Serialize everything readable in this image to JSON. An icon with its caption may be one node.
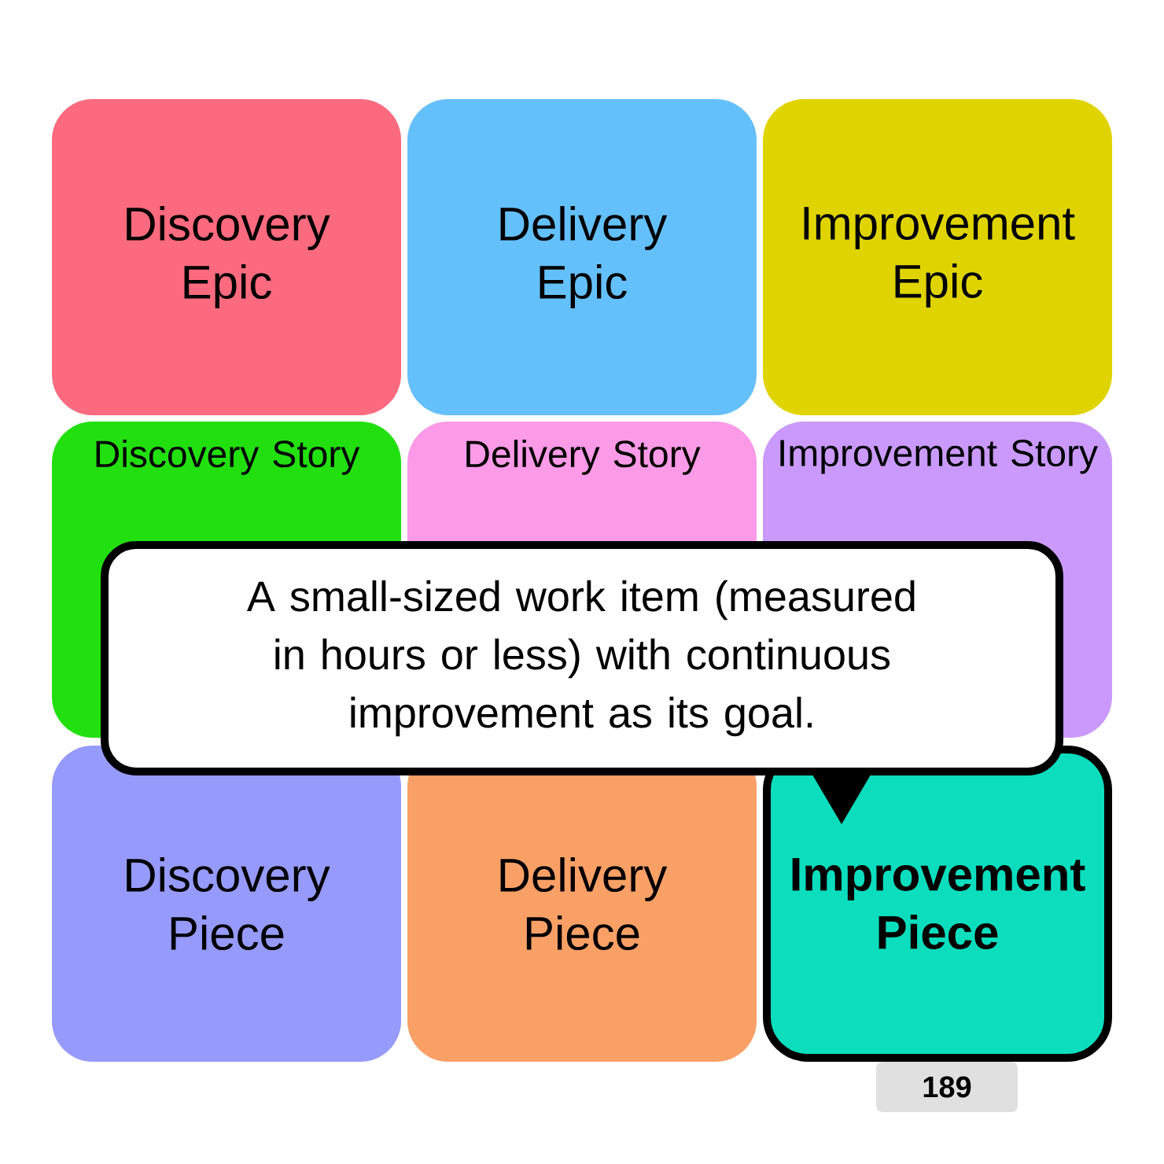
{
  "diagram": {
    "nodes": [
      {
        "text": [
          "Discovery Epic"
        ]
      },
      {
        "text": [
          "Delivery Epic"
        ]
      },
      {
        "text": [
          "Improvement Epic"
        ]
      },
      {
        "text": [
          "Discovery Story"
        ]
      },
      {
        "text": [
          "Delivery Story"
        ]
      },
      {
        "text": [
          "Improvement Story"
        ]
      },
      {
        "text": [
          "Discovery Piece"
        ]
      },
      {
        "text": [
          "Delivery Piece"
        ]
      },
      {
        "text": [
          "Improvement Piece"
        ]
      },
      {
        "text": [
          "A small-sized work item (measured in hours or less) with continuous improvement as its goal."
        ]
      }
    ],
    "labels": [
      "189"
    ]
  }
}
